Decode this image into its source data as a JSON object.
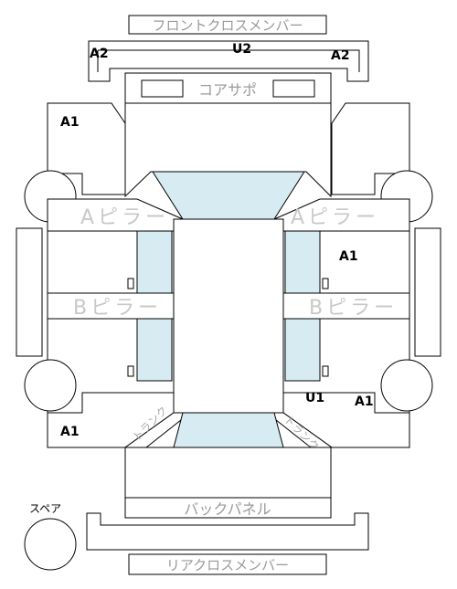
{
  "labels": {
    "front_cross_member": "フロントクロスメンバー",
    "core_support": "コアサポ",
    "a_pillar_left": "Aピラー",
    "a_pillar_right": "Aピラー",
    "b_pillar_left": "Bピラー",
    "b_pillar_right": "Bピラー",
    "back_panel": "バックパネル",
    "rear_cross_member": "リアクロスメンバー",
    "spare": "スペア",
    "trunk_left": "トランク",
    "trunk_right": "トランク"
  },
  "codes": {
    "a2_left": "A2",
    "u2_front": "U2",
    "a2_right": "A2",
    "a1_front_left": "A1",
    "a1_right_mid": "A1",
    "u1_right": "U1",
    "a1_right_rear": "A1",
    "a1_rear_left": "A1"
  }
}
